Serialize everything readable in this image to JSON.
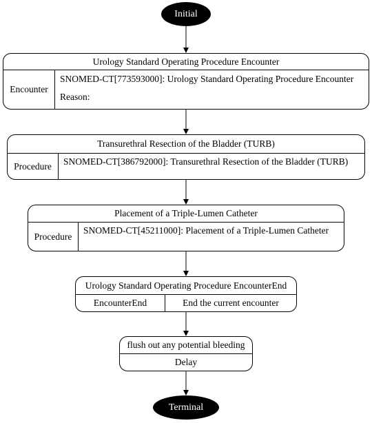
{
  "start": {
    "label": "Initial"
  },
  "end": {
    "label": "Terminal"
  },
  "nodes": [
    {
      "title": "Urology Standard Operating Procedure Encounter",
      "category": "Encounter",
      "code": "SNOMED-CT[773593000]: Urology Standard Operating Procedure Encounter",
      "reason": "Reason:"
    },
    {
      "title": "Transurethral Resection of the Bladder (TURB)",
      "category": "Procedure",
      "code": "SNOMED-CT[386792000]: Transurethral Resection of the Bladder (TURB)"
    },
    {
      "title": "Placement of a Triple-Lumen Catheter",
      "category": "Procedure",
      "code": "SNOMED-CT[45211000]: Placement of a Triple-Lumen Catheter"
    },
    {
      "title": "Urology Standard Operating Procedure EncounterEnd",
      "category": "EncounterEnd",
      "code": "End the current encounter"
    },
    {
      "title": "flush out any potential bleeding",
      "category": "Delay"
    }
  ]
}
